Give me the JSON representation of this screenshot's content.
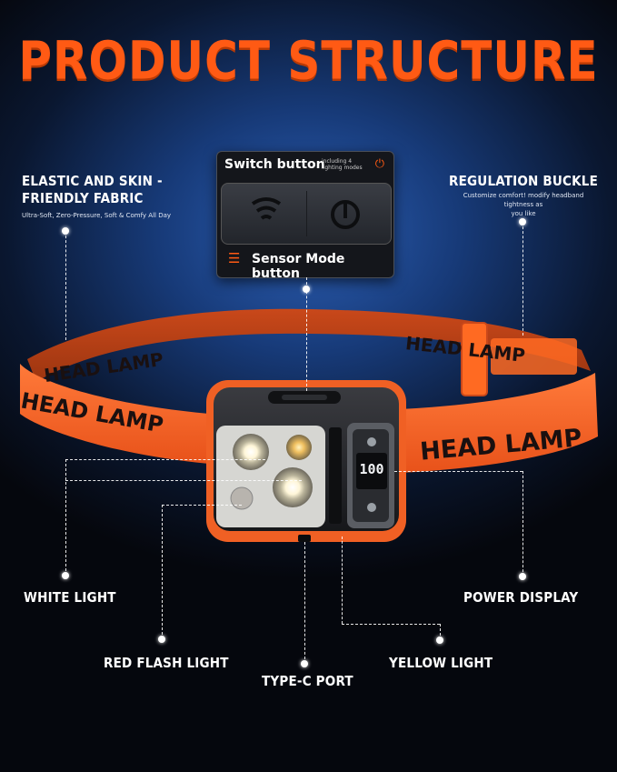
{
  "title": "PRODUCT STRUCTURE",
  "callouts": {
    "fabric": {
      "title_line1": "ELASTIC AND SKIN -",
      "title_line2": "FRIENDLY FABRIC",
      "subtitle": "Ultra-Soft, Zero-Pressure, Soft & Comfy All Day"
    },
    "buckle": {
      "title": "REGULATION BUCKLE",
      "subtitle_line1": "Customize comfort! modify headband tightness as",
      "subtitle_line2": "you like"
    },
    "white_light": "WHITE LIGHT",
    "power_display": "POWER DISPLAY",
    "red_flash": "RED FLASH LIGHT",
    "yellow_light": "YELLOW LIGHT",
    "type_c": "TYPE-C PORT"
  },
  "switch_panel": {
    "title": "Switch button",
    "subtitle_line1": "including 4",
    "subtitle_line2": "lighting modes",
    "footer": "Sensor Mode button"
  },
  "band_text": {
    "left": "HEAD LAMP",
    "left_lower": "HEAD LAMP",
    "right": "HEAD LAMP",
    "right_upper": "HEAD LAMP"
  },
  "display_value": "100",
  "colors": {
    "accent": "#ff5a14",
    "background": "#0a1730",
    "band": "#f56226"
  }
}
